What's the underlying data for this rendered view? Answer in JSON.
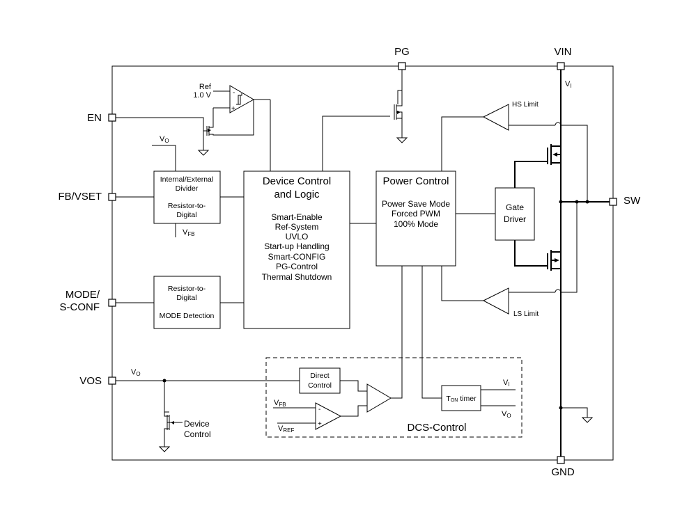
{
  "pins": {
    "pg": "PG",
    "vin": "VIN",
    "en": "EN",
    "fb_vset": "FB/VSET",
    "mode_line1": "MODE/",
    "mode_line2": "S-CONF",
    "vos": "VOS",
    "sw": "SW",
    "gnd": "GND"
  },
  "signals": {
    "ref": "Ref",
    "ref_voltage": "1.0 V",
    "vo_main": "V",
    "vo_sub": "O",
    "vfb_main": "V",
    "vfb_sub": "FB",
    "vref_main": "V",
    "vref_sub": "REF",
    "vi_main": "V",
    "vi_sub": "I",
    "hs_limit": "HS Limit",
    "ls_limit": "LS Limit"
  },
  "blocks": {
    "divider": {
      "line1": "Internal/External",
      "line2": "Divider",
      "line3": "Resistor-to-",
      "line4": "Digital"
    },
    "mode_block": {
      "line1": "Resistor-to-",
      "line2": "Digital",
      "line3": "MODE Detection"
    },
    "device_control": {
      "title1": "Device Control",
      "title2": "and Logic",
      "items": [
        "Smart-Enable",
        "Ref-System",
        "UVLO",
        "Start-up Handling",
        "Smart-CONFIG",
        "PG-Control",
        "Thermal Shutdown"
      ]
    },
    "power_control": {
      "title": "Power Control",
      "items": [
        "Power Save Mode",
        "Forced PWM",
        "100% Mode"
      ]
    },
    "gate_driver": {
      "line1": "Gate",
      "line2": "Driver"
    },
    "direct_control": {
      "line1": "Direct",
      "line2": "Control"
    },
    "ton_timer": {
      "t": "T",
      "sub": "ON",
      "rest": " timer"
    },
    "dcs_label": "DCS-Control",
    "device_control_fet": {
      "line1": "Device",
      "line2": "Control"
    }
  }
}
